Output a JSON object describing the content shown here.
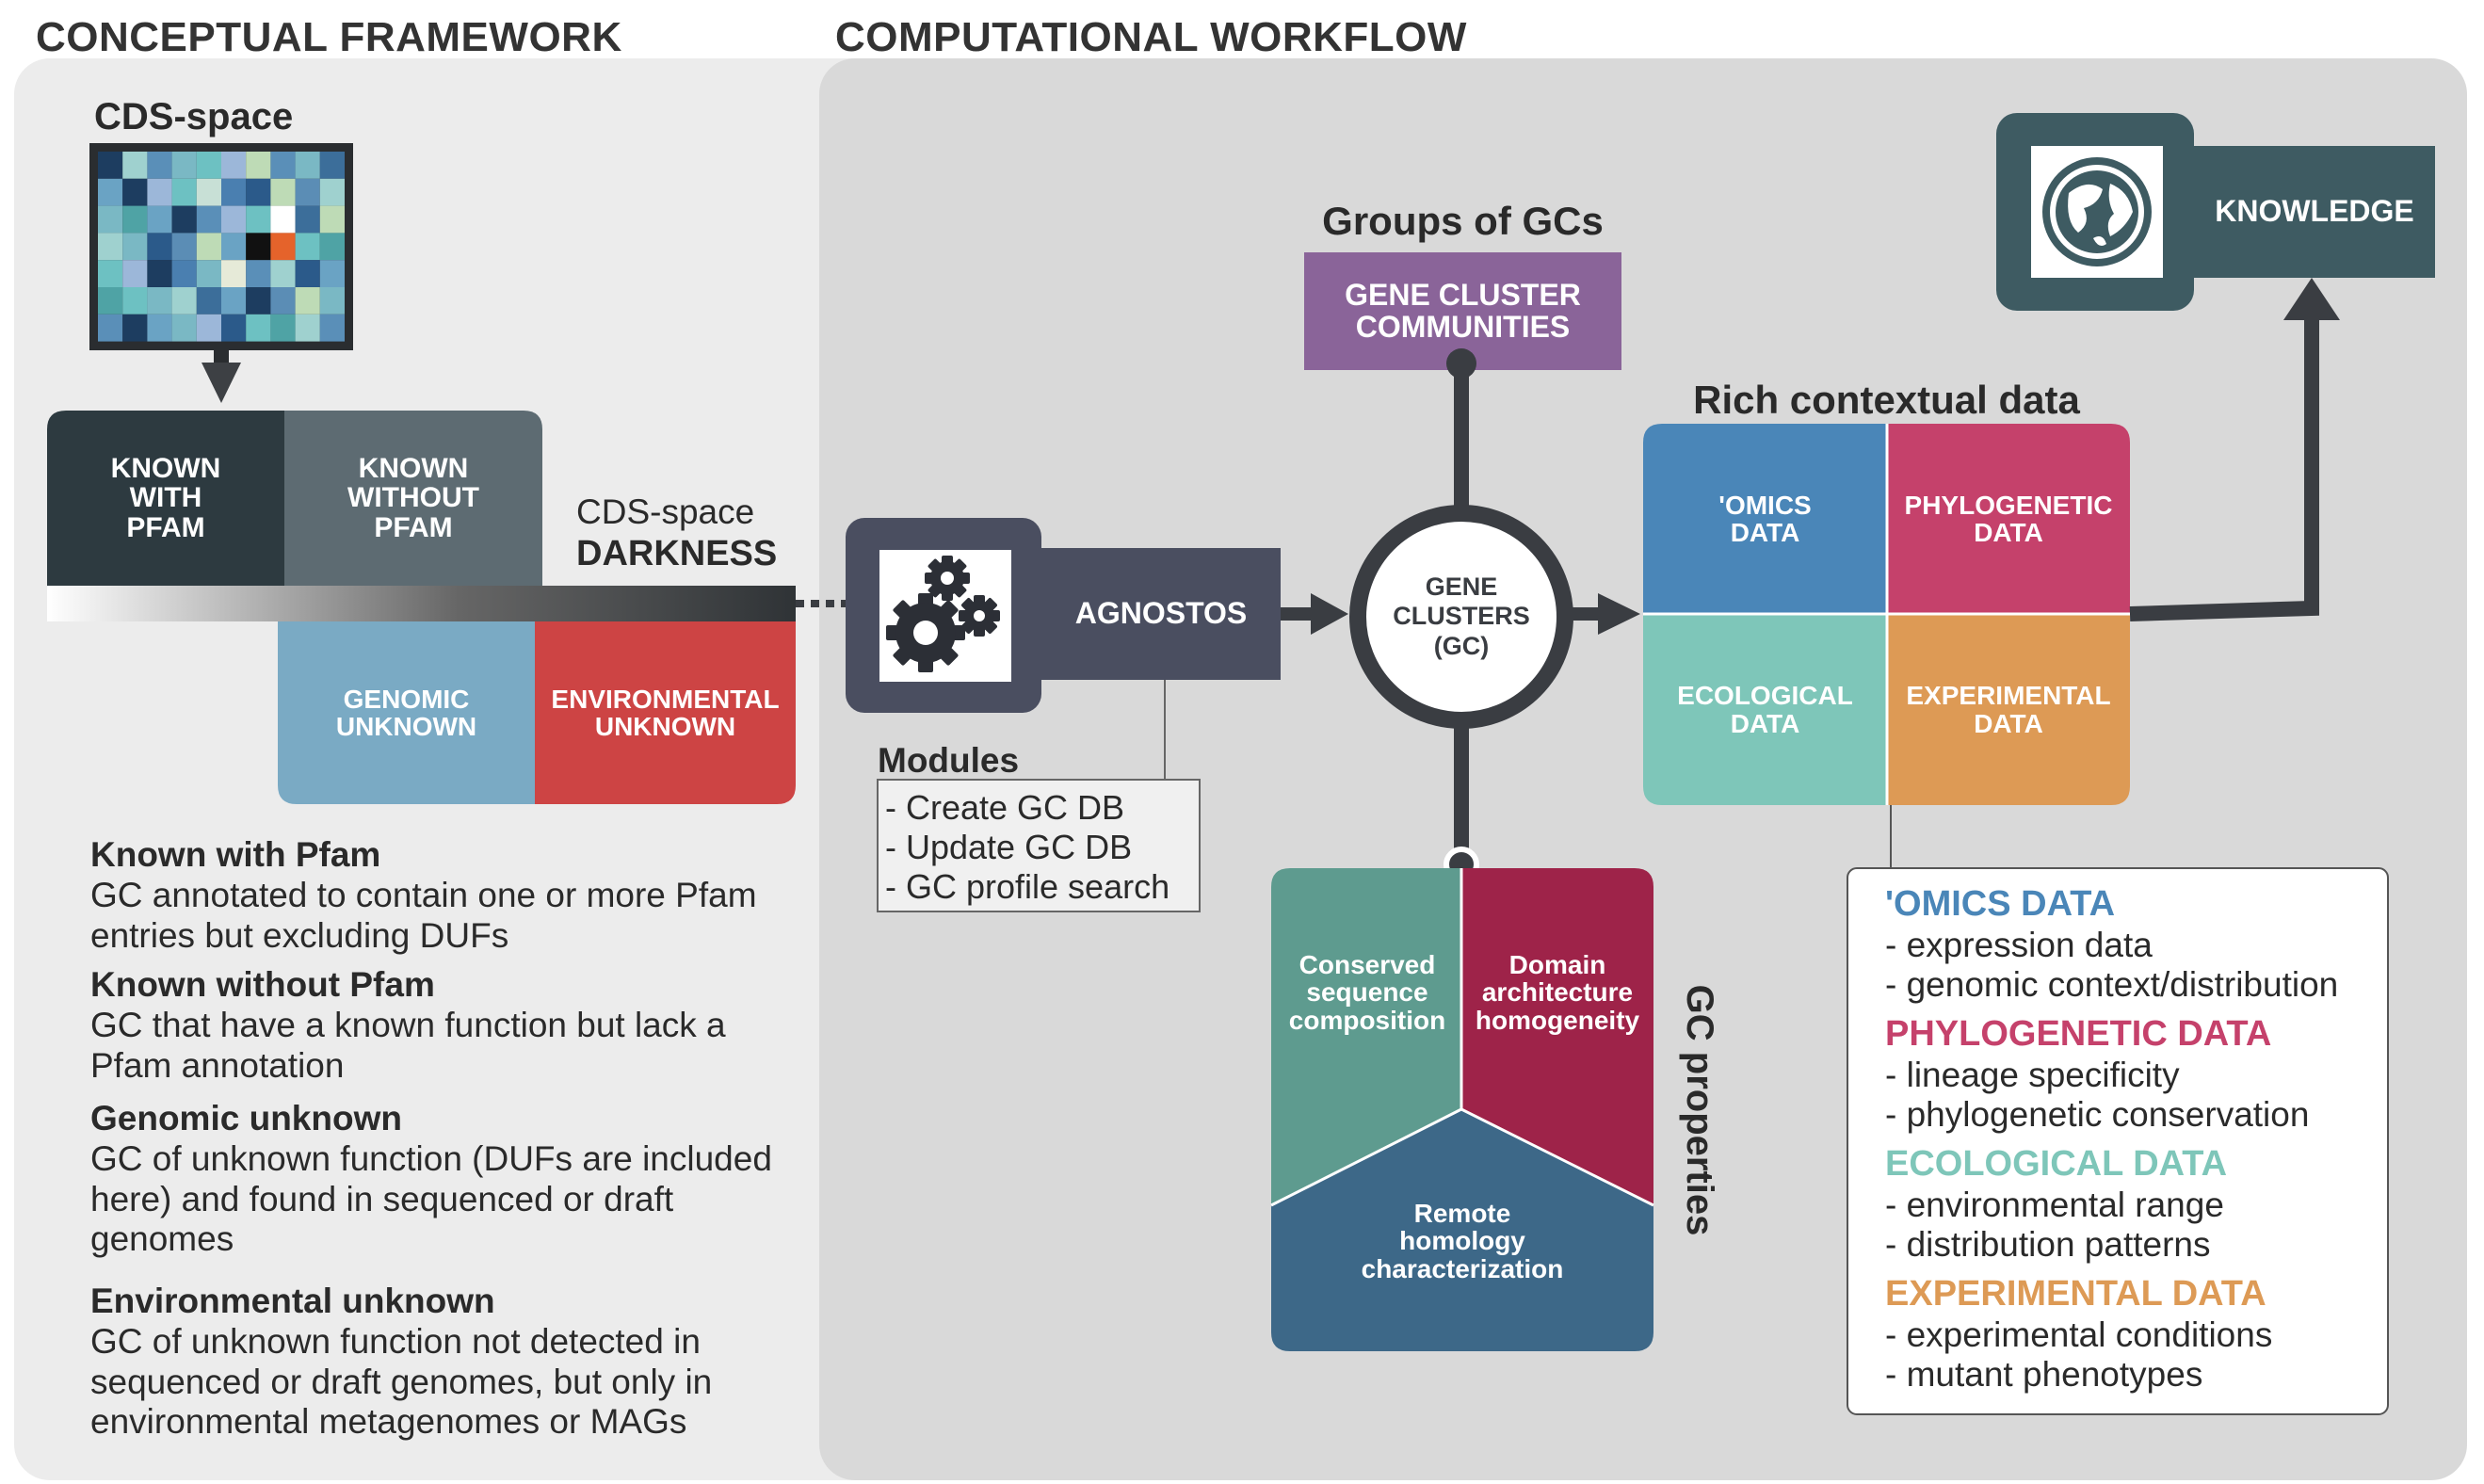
{
  "headers": {
    "conceptual": "CONCEPTUAL FRAMEWORK",
    "workflow": "COMPUTATIONAL WORKFLOW"
  },
  "cds_space_title": "CDS-space",
  "darkness": {
    "line1": "CDS-space",
    "line2": "DARKNESS"
  },
  "categories": {
    "known_with_pfam": "KNOWN\nWITH\nPFAM",
    "known_without_pfam": "KNOWN\nWITHOUT\nPFAM",
    "genomic_unknown": "GENOMIC\nUNKNOWN",
    "environmental_unknown": "ENVIRONMENTAL\nUNKNOWN"
  },
  "definitions": [
    {
      "title": "Known with Pfam",
      "body": "GC annotated to contain one or more Pfam\nentries but excluding DUFs"
    },
    {
      "title": "Known without Pfam",
      "body": "GC that have a known function but lack a\nPfam annotation"
    },
    {
      "title": "Genomic unknown",
      "body": "GC of unknown function (DUFs are included\nhere) and found in sequenced or draft\ngenomes"
    },
    {
      "title": "Environmental unknown",
      "body": "GC of unknown function not detected in\nsequenced or draft genomes, but only in\nenvironmental metagenomes or MAGs"
    }
  ],
  "agnostos": {
    "label": "AGNOSTOS",
    "icon": "gears-icon",
    "modules_title": "Modules",
    "modules": [
      "- Create GC DB",
      "- Update GC DB",
      "- GC profile search"
    ]
  },
  "groups": {
    "title": "Groups of GCs",
    "box": "GENE CLUSTER\nCOMMUNITIES"
  },
  "gene_clusters": "GENE\nCLUSTERS\n(GC)",
  "gc_properties": {
    "title": "GC properties",
    "conserved": "Conserved\nsequence\ncomposition",
    "domain": "Domain\narchitecture\nhomogeneity",
    "remote": "Remote\nhomology\ncharacterization"
  },
  "rich": {
    "title": "Rich contextual data",
    "omics": "'OMICS\nDATA",
    "phylo": "PHYLOGENETIC\nDATA",
    "eco": "ECOLOGICAL\nDATA",
    "exp": "EXPERIMENTAL\nDATA"
  },
  "knowledge": {
    "label": "KNOWLEDGE",
    "icon": "globe-icon"
  },
  "legend": [
    {
      "title": "'OMICS DATA",
      "color": "#4a86b8",
      "items": [
        "- expression data",
        "- genomic context/distribution"
      ]
    },
    {
      "title": "PHYLOGENETIC DATA",
      "color": "#c5416b",
      "items": [
        "- lineage specificity",
        "- phylogenetic conservation"
      ]
    },
    {
      "title": "ECOLOGICAL DATA",
      "color": "#7ec6b9",
      "items": [
        "- environmental range",
        "- distribution patterns"
      ]
    },
    {
      "title": "EXPERIMENTAL DATA",
      "color": "#dd9a55",
      "items": [
        "- experimental conditions",
        "- mutant phenotypes"
      ]
    }
  ],
  "colors": {
    "known_with_pfam": "#2d3a40",
    "known_without_pfam": "#5d6b72",
    "genomic_unknown": "#7aaac4",
    "environmental_unknown": "#cd4444",
    "agnostos": "#4a4e60",
    "communities": "#8a6499",
    "omics": "#4a86b8",
    "phylo": "#c5416b",
    "eco": "#7ec6b9",
    "exp": "#dd9a55",
    "conserved": "#5e9b8f",
    "domain": "#9e2349",
    "remote": "#3d6888",
    "knowledge": "#3e5b62"
  },
  "pixel_grid_colors": [
    [
      "#1d3d60",
      "#9fd1cf",
      "#5a8fb8",
      "#7ab8c4",
      "#6dc1c2",
      "#9cb7d9",
      "#bedbb6",
      "#5a8fb8",
      "#7ab8c4",
      "#3c6e9a"
    ],
    [
      "#6aa3c4",
      "#1d3d60",
      "#9cb7d9",
      "#6dc1c2",
      "#c8e0d6",
      "#4a7fb0",
      "#2b5a8a",
      "#bedbb6",
      "#5b8db5",
      "#9fd1cf"
    ],
    [
      "#7ab8c4",
      "#4fa3a5",
      "#6aa3c4",
      "#1d3d60",
      "#5a8fb8",
      "#9cb7d9",
      "#6dc1c2",
      "#ffffff",
      "#3c6e9a",
      "#bedbb6"
    ],
    [
      "#9fd1cf",
      "#7ab8c4",
      "#2b5a8a",
      "#5b8db5",
      "#bedbb6",
      "#6aa3c4",
      "#111111",
      "#e5632b",
      "#6dc1c2",
      "#4fa3a5"
    ],
    [
      "#6dc1c2",
      "#9cb7d9",
      "#1d3d60",
      "#4a7fb0",
      "#7ab8c4",
      "#e6ead8",
      "#5a8fb8",
      "#9fd1cf",
      "#2b5a8a",
      "#6aa3c4"
    ],
    [
      "#4fa3a5",
      "#6dc1c2",
      "#7ab8c4",
      "#9fd1cf",
      "#3c6e9a",
      "#6aa3c4",
      "#1d3d60",
      "#5b8db5",
      "#bedbb6",
      "#7ab8c4"
    ],
    [
      "#5a8fb8",
      "#1d3d60",
      "#6aa3c4",
      "#7ab8c4",
      "#9cb7d9",
      "#2b5a8a",
      "#6dc1c2",
      "#4fa3a5",
      "#9fd1cf",
      "#5a8fb8"
    ]
  ]
}
